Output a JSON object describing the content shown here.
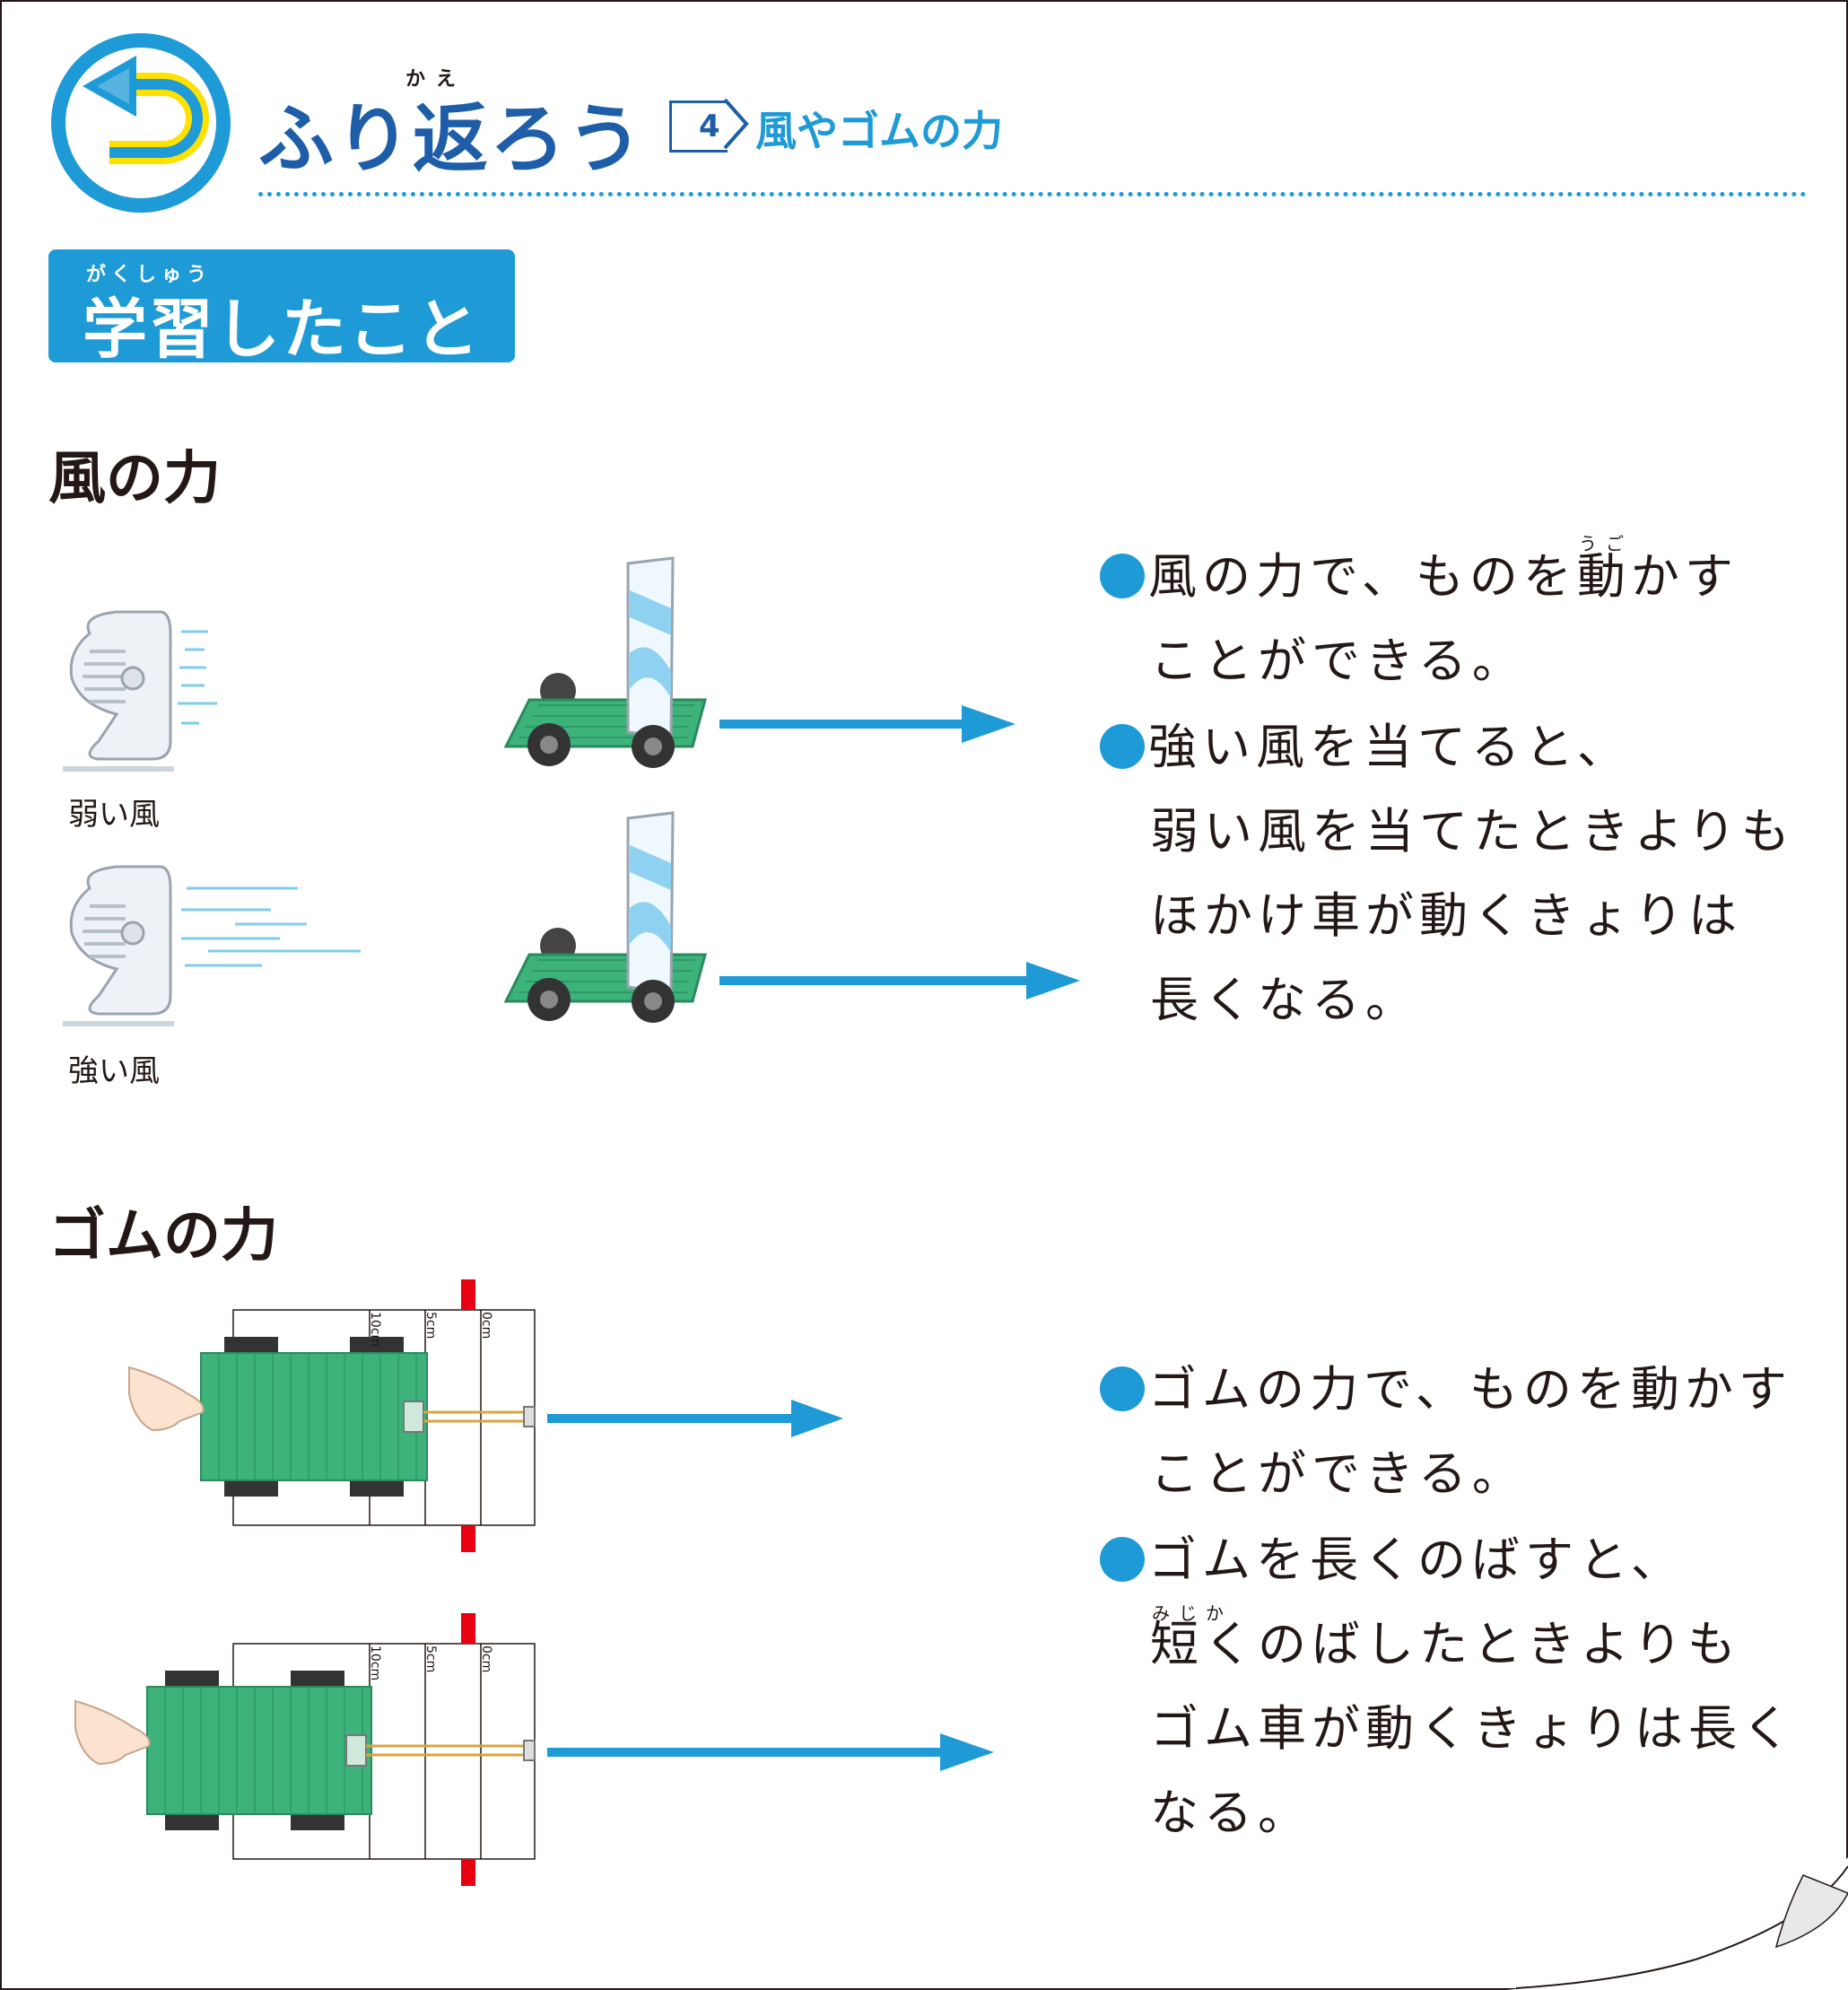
{
  "header": {
    "title": "ふり返ろう",
    "title_ruby": "かえ",
    "unit_number": "4",
    "unit_title": "風やゴムの力"
  },
  "learned_badge": {
    "label": "学習したこと",
    "ruby": "がくしゅう"
  },
  "wind": {
    "heading": "風の力",
    "fan_weak_label": "弱い風",
    "fan_strong_label": "強い風",
    "bullets": [
      {
        "lines": [
          "風の力で、ものを動かす",
          "ことができる。"
        ],
        "ruby": "うご"
      },
      {
        "lines": [
          "強い風を当てると、",
          "弱い風を当てたときよりも",
          "ほかけ車が動くきょりは",
          "長くなる。"
        ]
      }
    ]
  },
  "rubber": {
    "heading": "ゴムの力",
    "ruler_marks": [
      "10cm",
      "5cm",
      "0cm"
    ],
    "bullets": [
      {
        "lines": [
          "ゴムの力で、ものを動かす",
          "ことができる。"
        ]
      },
      {
        "lines": [
          "ゴムを長くのばすと、",
          "短くのばしたときよりも",
          "ゴム車が動くきょりは長く",
          "なる。"
        ],
        "ruby": "みじか"
      }
    ]
  },
  "colors": {
    "accent": "#1e9ad6",
    "title": "#1e5ea8",
    "car": "#3db27b",
    "marker": "#e60012",
    "logo_yellow": "#ffe100"
  }
}
